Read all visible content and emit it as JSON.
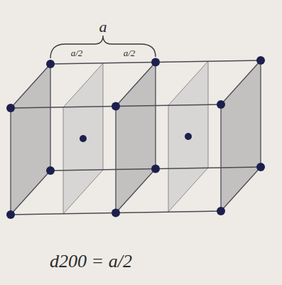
{
  "diagram": {
    "caption": "d200 = a/2",
    "labels": [
      "a",
      "a/2",
      "a/2"
    ]
  }
}
